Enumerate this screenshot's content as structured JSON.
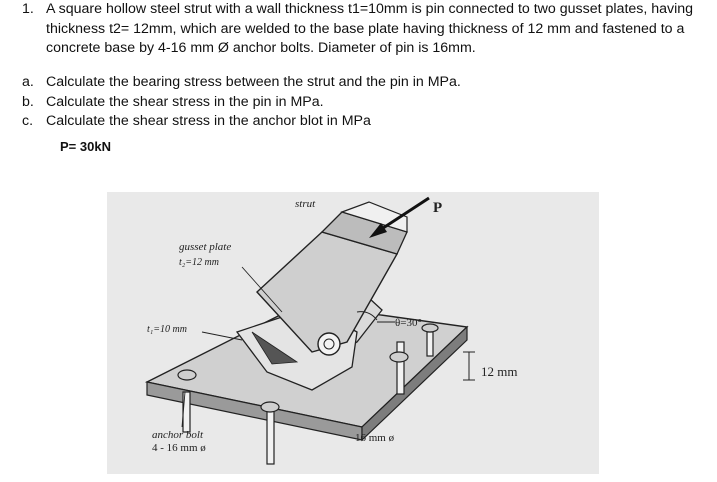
{
  "question": {
    "number": "1.",
    "text": "A square hollow steel strut with a wall thickness t1=10mm is pin connected to two gusset plates, having thickness t2= 12mm, which are welded to the base plate having thickness of 12 mm and fastened to a concrete base by 4-16 mm Ø anchor bolts. Diameter of pin is 16mm."
  },
  "parts": [
    {
      "letter": "a.",
      "text": "Calculate the bearing stress between the strut and the pin in MPa."
    },
    {
      "letter": "b.",
      "text": "Calculate the shear stress in the pin in MPa."
    },
    {
      "letter": "c.",
      "text": "Calculate the shear stress in the anchor blot in MPa"
    }
  ],
  "load": "P= 30kN",
  "figure": {
    "labels": {
      "strut": "strut",
      "load_p": "P",
      "gusset_plate": "gusset plate",
      "t2": "t₂=12 mm",
      "t1": "t₁=10 mm",
      "theta": "θ=30°",
      "base_thickness": "12 mm",
      "anchor_bolt": "anchor bolt",
      "anchor_spec": "4 - 16 mm ø",
      "bolt_dia": "16 mm ø"
    },
    "colors": {
      "background": "#e9e9e9",
      "line": "#222222",
      "shade": "#bdbdbd",
      "dark": "#555555"
    }
  }
}
